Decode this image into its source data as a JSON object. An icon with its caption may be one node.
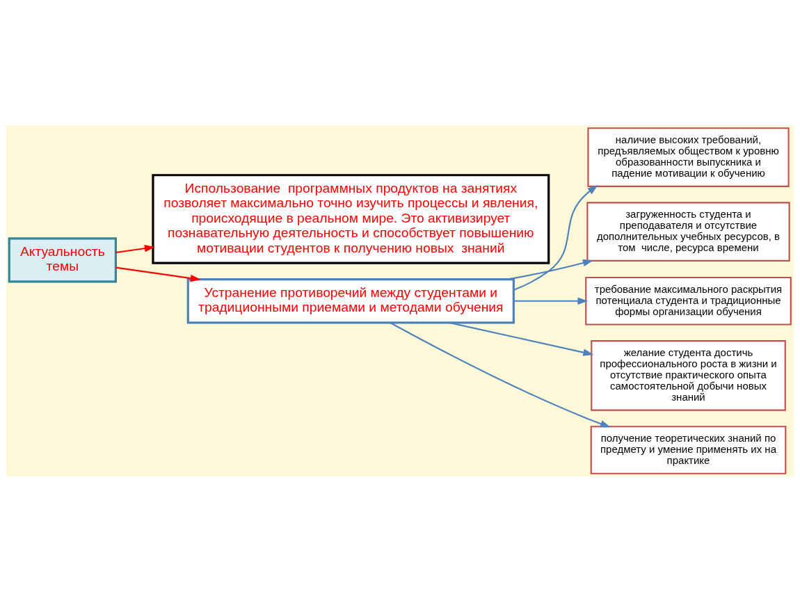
{
  "diagram": {
    "nodes": [
      {
        "text": [
          "Актуальность темы"
        ]
      },
      {
        "text": [
          "Использование  программных продуктов на занятиях позволяет максимально точно изучить процессы и явления, происходящие в реальном мире. Это активизирует познавательную деятельность и способствует повышению мотивации студентов к получению новых  знаний"
        ]
      },
      {
        "text": [
          "наличие высоких требований, предъявляемых обществом к уровню образованности выпускника и падение мотивации к обучению"
        ]
      },
      {
        "text": [
          "загруженность студента и преподавателя и отсутствие дополнительных учебных ресурсов, в том  числе, ресурса времени"
        ]
      },
      {
        "text": [
          "Устранение противоречий между студентами и традиционными приемами и методами обучения"
        ]
      },
      {
        "text": [
          "требование максимального раскрытия потенциала студента и традиционные формы организации обучения"
        ]
      },
      {
        "text": [
          "желание студента достичь профессионального роста в жизни и отсутствие практического опыта самостоятельной добычи новых знаний"
        ]
      },
      {
        "text": [
          "получение теоретических знаний по предмету и умение применять их на практике"
        ]
      }
    ],
    "edges": [
      {
        "from": 0,
        "to": 1,
        "arrow": "to",
        "color": "#ff0000"
      },
      {
        "from": 0,
        "to": 4,
        "arrow": "to",
        "color": "#ff0000"
      },
      {
        "from": 4,
        "to": 3,
        "arrow": "to"
      },
      {
        "from": 4,
        "to": 2,
        "arrow": "to"
      },
      {
        "from": 4,
        "to": 5,
        "arrow": "to"
      },
      {
        "from": 4,
        "to": 6,
        "arrow": "to"
      },
      {
        "from": 4,
        "to": 7,
        "arrow": "to"
      }
    ]
  }
}
